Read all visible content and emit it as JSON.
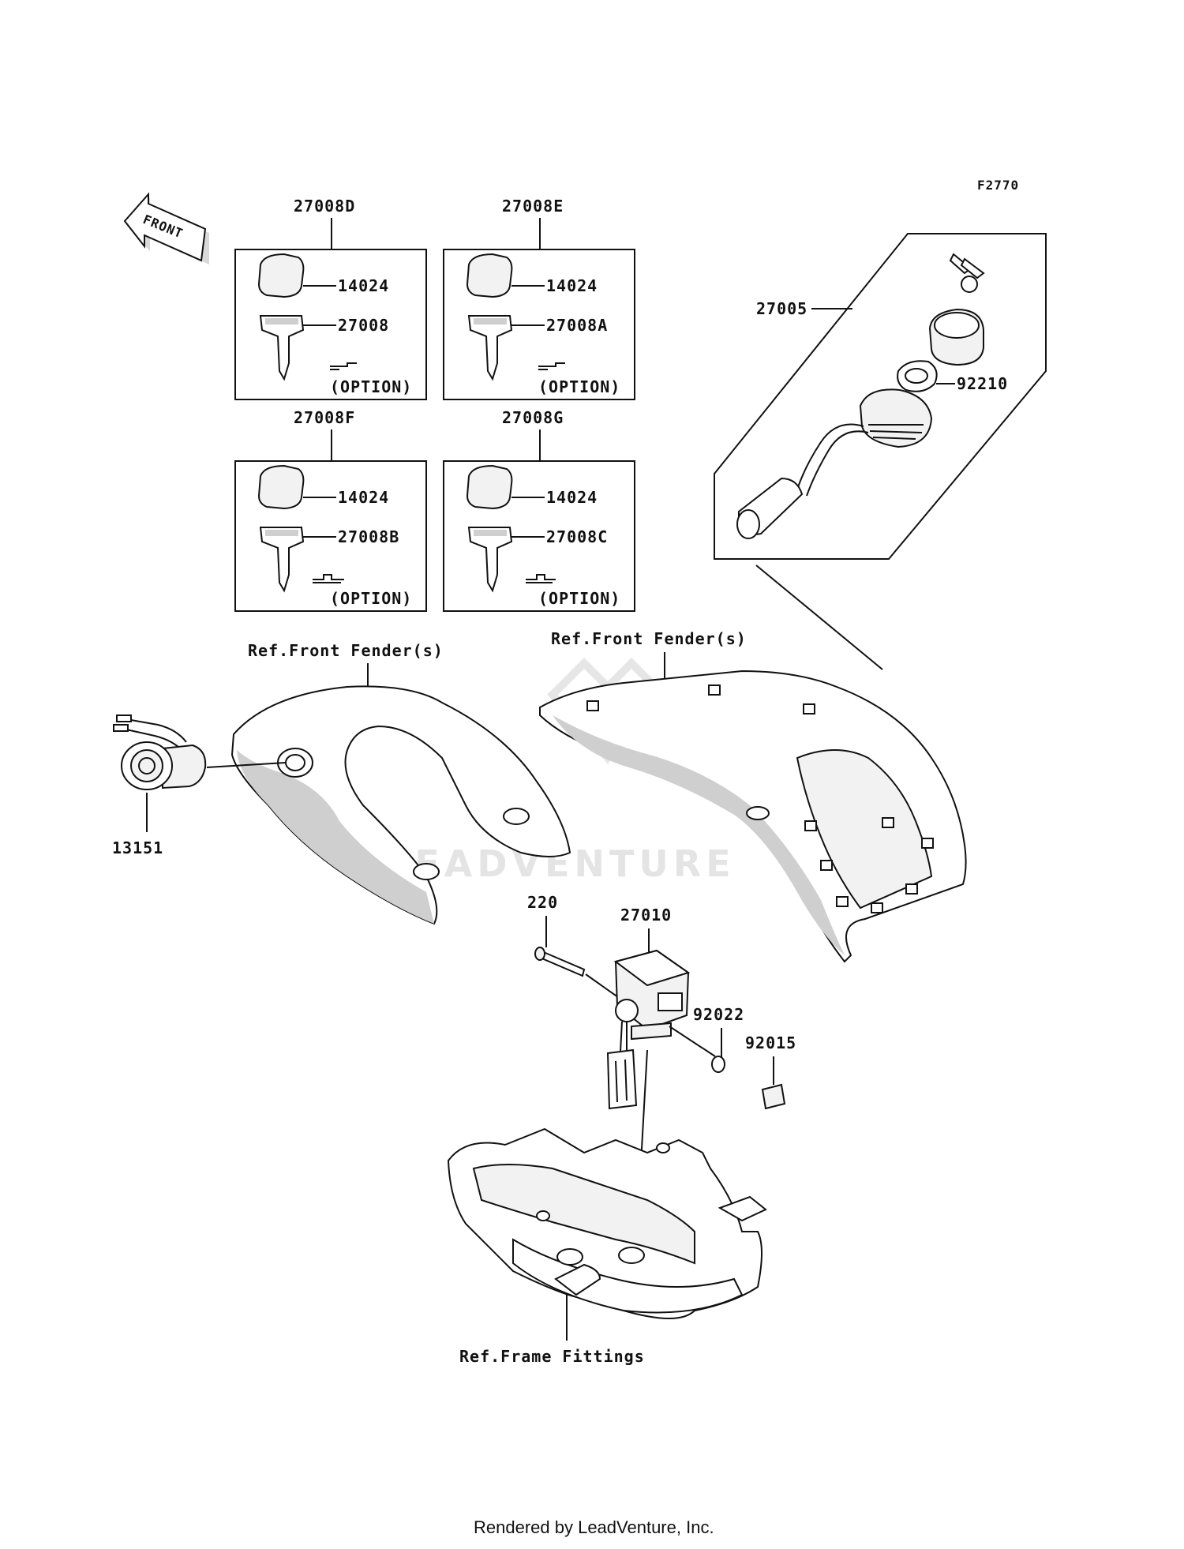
{
  "figure_code": "F2770",
  "front_label": "FRONT",
  "watermark": "LEADVENTURE",
  "footer": "Rendered by LeadVenture, Inc.",
  "key_sets": [
    {
      "set": "27008D",
      "top": "14024",
      "key": "27008",
      "option": "(OPTION)"
    },
    {
      "set": "27008E",
      "top": "14024",
      "key": "27008A",
      "option": "(OPTION)"
    },
    {
      "set": "27008F",
      "top": "14024",
      "key": "27008B",
      "option": "(OPTION)"
    },
    {
      "set": "27008G",
      "top": "14024",
      "key": "27008C",
      "option": "(OPTION)"
    }
  ],
  "parts": {
    "switch_assy": "27005",
    "nut": "92210",
    "socket": "13151",
    "bolt": "220",
    "unit": "27010",
    "washer": "92022",
    "clamp": "92015"
  },
  "refs": {
    "fender_left": "Ref.Front Fender(s)",
    "fender_right": "Ref.Front Fender(s)",
    "frame": "Ref.Frame Fittings"
  }
}
